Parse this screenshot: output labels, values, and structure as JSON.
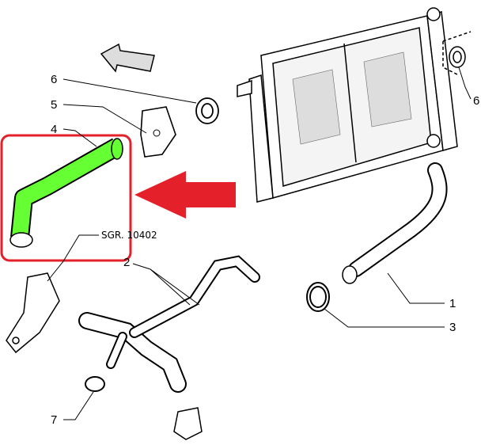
{
  "diagram": {
    "reference_code": "SGR. 10402",
    "callouts": [
      {
        "id": "1",
        "label": "1"
      },
      {
        "id": "2",
        "label": "2"
      },
      {
        "id": "3",
        "label": "3"
      },
      {
        "id": "4",
        "label": "4"
      },
      {
        "id": "5",
        "label": "5"
      },
      {
        "id": "6a",
        "label": "6"
      },
      {
        "id": "6b",
        "label": "6"
      },
      {
        "id": "7",
        "label": "7"
      }
    ],
    "highlight": {
      "part": "4",
      "box_color": "#e4202a",
      "part_color": "#66ff33",
      "arrow_color": "#e4202a"
    }
  }
}
